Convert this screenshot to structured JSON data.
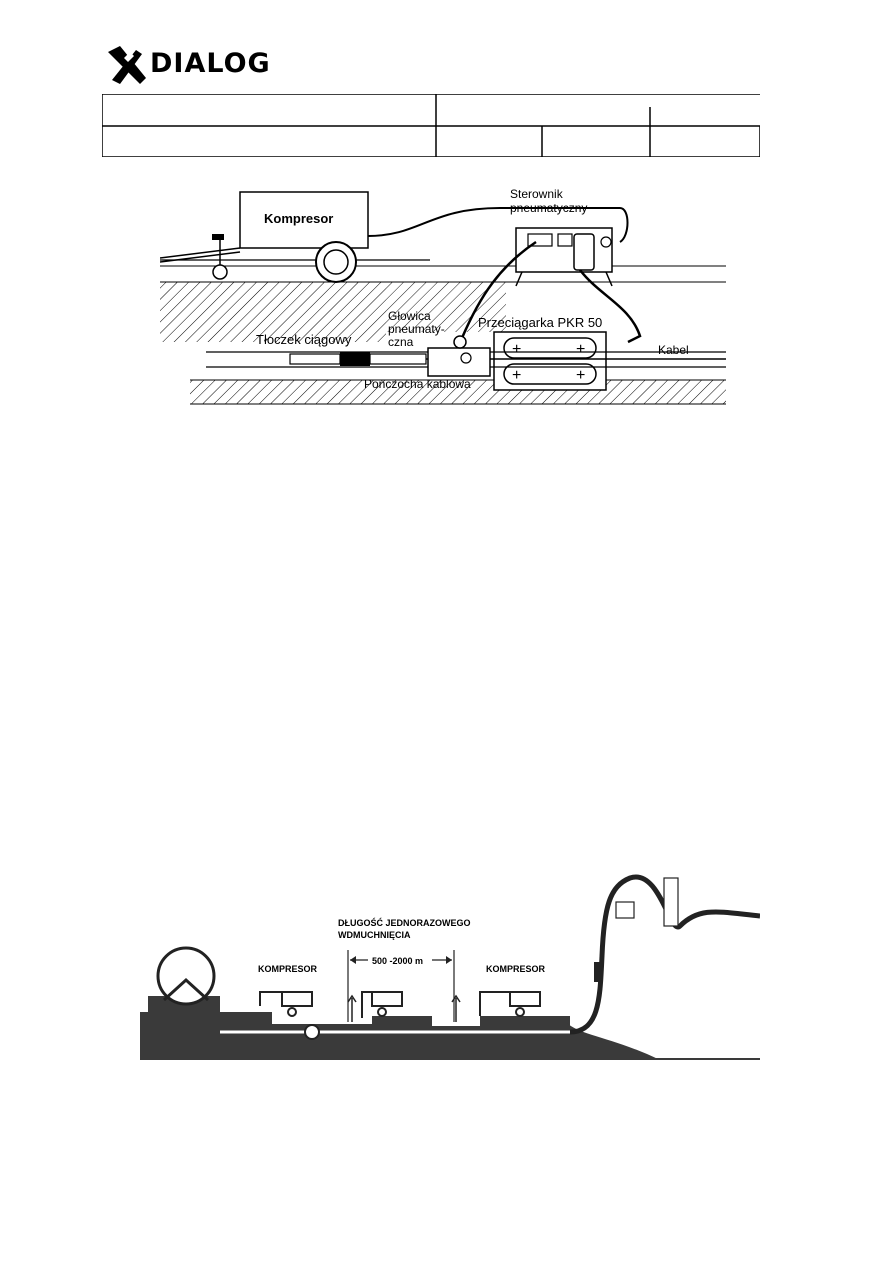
{
  "header": {
    "logo_text": "DIALOG"
  },
  "figure1": {
    "labels": {
      "compressor": "Kompresor",
      "controller_line1": "Sterownik",
      "controller_line2": "pneumatyczny",
      "head_line1": "Głowica",
      "head_line2": "pneumaty-",
      "head_line3": "czna",
      "puller": "Przeciągarka PKR 50",
      "piston": "Tłoczek ciągowy",
      "cable": "Kabel",
      "sock": "Pończocha kablowa"
    }
  },
  "figure2": {
    "labels": {
      "length_line1": "DŁUGOŚĆ JEDNORAZOWEGO",
      "length_line2": "WDMUCHNIĘCIA",
      "range": "500 -2000 m",
      "compressor_left": "KOMPRESOR",
      "compressor_right": "KOMPRESOR"
    }
  }
}
